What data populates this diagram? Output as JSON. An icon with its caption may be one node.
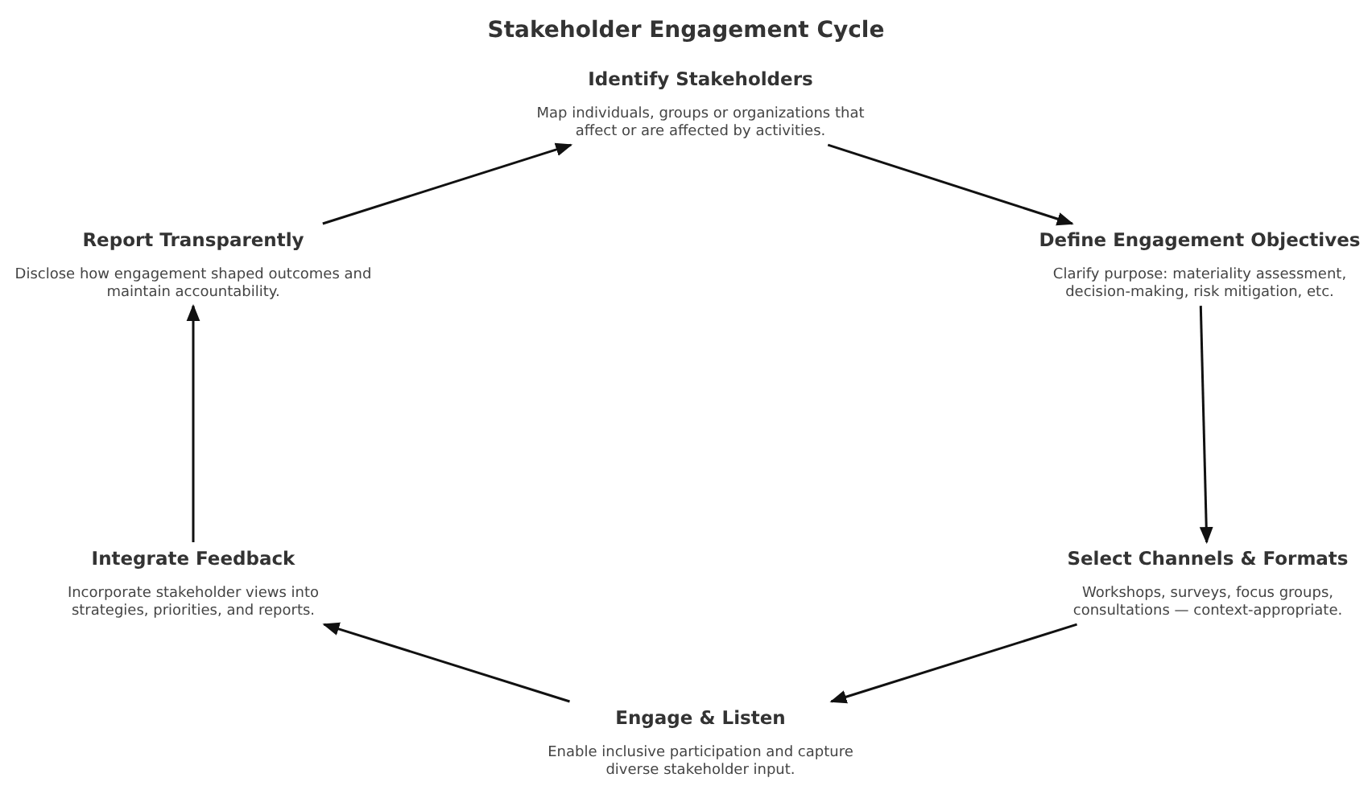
{
  "diagram": {
    "title": "Stakeholder Engagement Cycle",
    "nodes": [
      {
        "text": [
          "Identify Stakeholders",
          "Map individuals, groups or organizations that affect or are affected by activities."
        ]
      },
      {
        "text": [
          "Define Engagement Objectives",
          "Clarify purpose: materiality assessment, decision-making, risk mitigation, etc."
        ]
      },
      {
        "text": [
          "Select Channels & Formats",
          "Workshops, surveys, focus groups, consultations — context-appropriate."
        ]
      },
      {
        "text": [
          "Engage & Listen",
          "Enable inclusive participation and capture diverse stakeholder input."
        ]
      },
      {
        "text": [
          "Integrate Feedback",
          "Incorporate stakeholder views into strategies, priorities, and reports."
        ]
      },
      {
        "text": [
          "Report Transparently",
          "Disclose how engagement shaped outcomes and maintain accountability."
        ]
      }
    ],
    "edges": [
      {
        "from": 0,
        "to": 1,
        "arrow": "to"
      },
      {
        "from": 1,
        "to": 2,
        "arrow": "to"
      },
      {
        "from": 2,
        "to": 3,
        "arrow": "to"
      },
      {
        "from": 3,
        "to": 4,
        "arrow": "to"
      },
      {
        "from": 4,
        "to": 5,
        "arrow": "to"
      },
      {
        "from": 5,
        "to": 0,
        "arrow": "to"
      }
    ]
  }
}
